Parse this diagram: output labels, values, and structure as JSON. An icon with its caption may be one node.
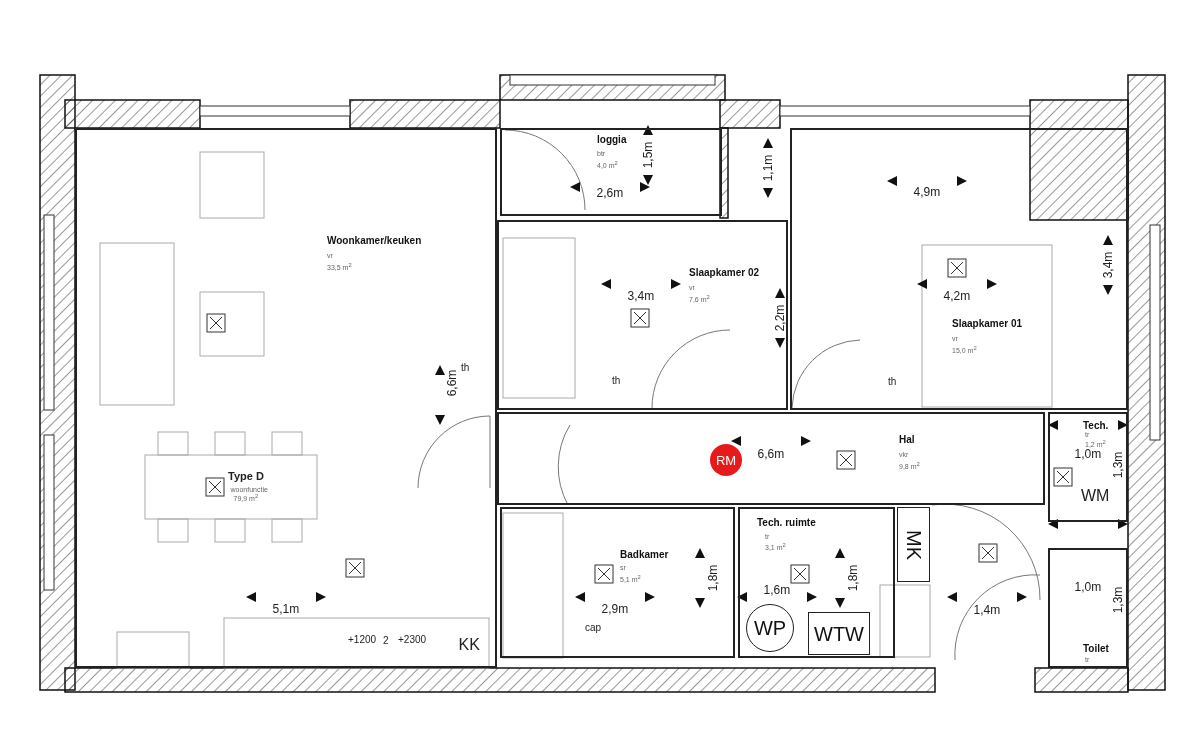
{
  "diagram": {
    "nodes": [
      {
        "text": [
          "Woonkamer/keuken",
          "vr",
          "33,5 m$^{2}$"
        ]
      },
      {
        "text": [
          "loggia",
          "btr",
          "4,0 m$^{2}$"
        ]
      },
      {
        "text": [
          "Slaapkamer 02",
          "vr",
          "7,6 m$^{2}$"
        ]
      },
      {
        "text": [
          "Slaapkamer 01",
          "vr",
          "15,0 m$^{2}$"
        ]
      },
      {
        "text": [
          "Hal",
          "vkr",
          "9,8 m$^{2}$"
        ]
      },
      {
        "text": [
          "RM"
        ],
        "in": 4
      },
      {
        "text": [
          "Badkamer",
          "sr",
          "5,1 m$^{2}$"
        ]
      },
      {
        "text": [
          "Tech. ruimte",
          "tr",
          "3,1 m$^{2}$"
        ]
      },
      {
        "text": [
          "WP"
        ],
        "in": 7
      },
      {
        "text": [
          "WTW"
        ],
        "in": 7
      },
      {
        "text": [
          "MK"
        ]
      },
      {
        "text": [
          "Tech.",
          "tr",
          "1,2 m$^{2}$"
        ]
      },
      {
        "text": [
          "Toilet",
          "tr"
        ]
      }
    ],
    "labels": [
      "1,5m",
      "2,6m",
      "1,1m",
      "4,9m",
      "3,4m",
      "2,2m",
      "4,2m",
      "3,4m",
      "th",
      "6,6m",
      "th",
      "th",
      "Type D",
      "woonfunctie",
      "79,9 m$^{2}$",
      "6,6m",
      "1,0m",
      "1,3m",
      "WM",
      "5,1m",
      "+1200",
      "2",
      "+2300",
      "KK",
      "2,9m",
      "cap",
      "1,8m",
      "1,6m",
      "1,8m",
      "1,4m",
      "1,0m",
      "1,3m"
    ]
  }
}
